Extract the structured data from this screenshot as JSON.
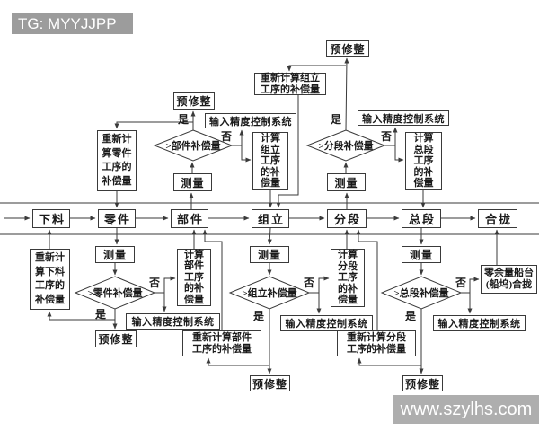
{
  "header": {
    "title": "TG: MYYJJPP"
  },
  "watermark": {
    "text": "www.szylhs.com"
  },
  "palette": {
    "line": "#3a3a3a",
    "text": "#1a1a1a",
    "header_bg": "#9c9c9c",
    "watermark_bg": "#aeaeae",
    "background": "#ffffff"
  },
  "flow": {
    "stages": [
      {
        "id": "blanking",
        "label": "下料"
      },
      {
        "id": "piece",
        "label": "零件"
      },
      {
        "id": "part",
        "label": "部件"
      },
      {
        "id": "assembly",
        "label": "组立"
      },
      {
        "id": "section",
        "label": "分段"
      },
      {
        "id": "grand_block",
        "label": "总段"
      },
      {
        "id": "erection",
        "label": "合拢"
      }
    ],
    "shared": {
      "measure": "测量",
      "pre_repair": "预修整",
      "input_precision": "输入精度控制系统",
      "yes": "是",
      "no": "否"
    },
    "decisions": {
      "part": ">部件补偿量",
      "section": ">分段补偿量",
      "piece": ">零件补偿量",
      "assembly": ">组立补偿量",
      "grand_block": ">总段补偿量"
    },
    "calc": {
      "assembly": "计算\n组立\n工序\n的补\n偿量",
      "grand_block": "计算\n总段\n工序\n的补\n偿量",
      "part": "计算\n部件\n工序\n的补\n偿量",
      "section": "计算\n分段\n工序\n的补\n偿量"
    },
    "recalc": {
      "piece": "重新计\n算零件\n工序的\n补偿量",
      "blanking": "重新计\n算下料\n工序的\n补偿量",
      "assembly": "重新计算组立\n工序的补偿量",
      "part": "重新计算部件\n工序的补偿量",
      "section": "重新计算分段\n工序的补偿量"
    },
    "zero_margin": "零余量船台\n(船坞)合拢"
  }
}
